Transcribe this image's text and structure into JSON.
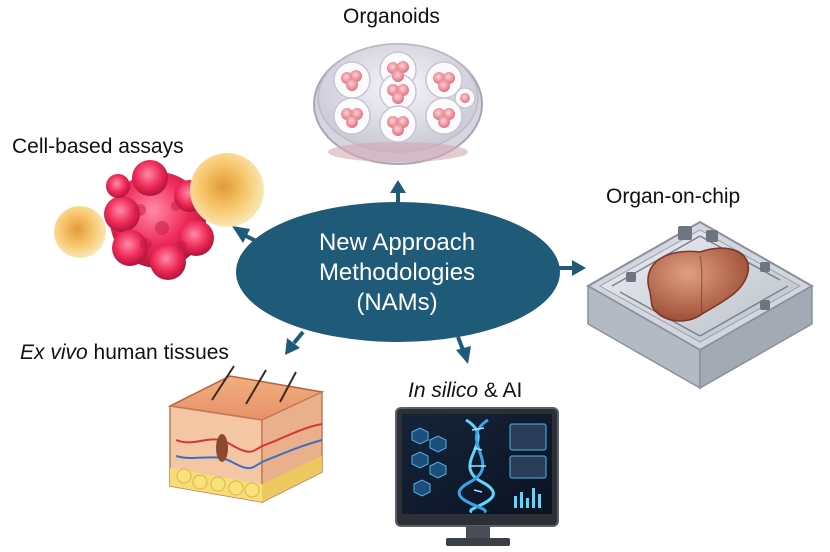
{
  "center": {
    "line1": "New Approach",
    "line2": "Methodologies",
    "line3": "(NAMs)"
  },
  "nodes": {
    "organoids": {
      "label": "Organoids"
    },
    "organ_on_chip": {
      "label": "Organ-on-chip"
    },
    "cell_based_assays": {
      "label": "Cell-based assays"
    },
    "ex_vivo": {
      "label_italic": "Ex vivo",
      "label_rest": " human tissues"
    },
    "in_silico": {
      "label_italic": "In silico",
      "label_rest": " & AI"
    }
  },
  "colors": {
    "ellipse_fill": "#1f5a78",
    "arrow": "#1f5a78",
    "center_text": "#ffffff"
  }
}
